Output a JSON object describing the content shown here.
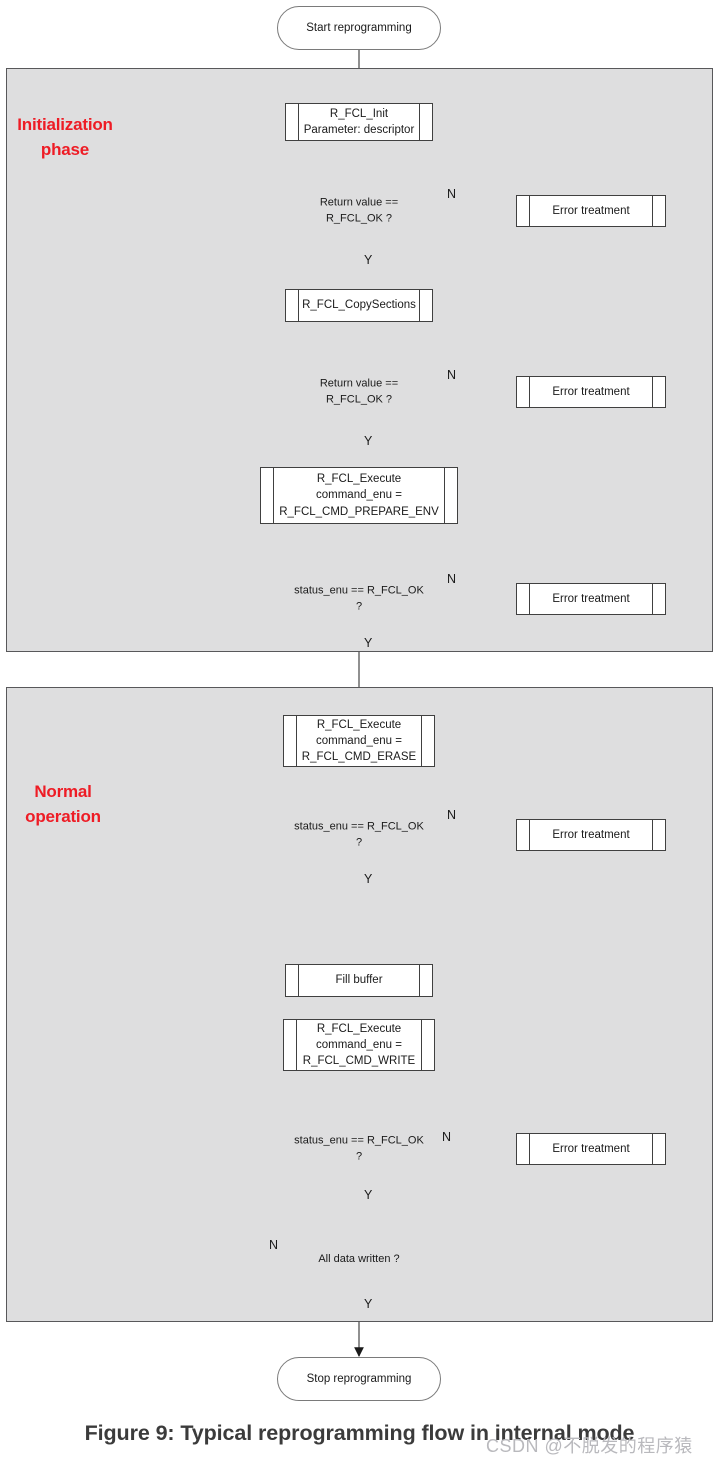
{
  "figure": {
    "caption": "Figure 9: Typical reprogramming flow in internal mode",
    "watermark": "CSDN @不脱发的程序猿"
  },
  "phases": {
    "initialization": {
      "label": "Initialization\nphase",
      "color": "#ee1c25"
    },
    "normal": {
      "label": "Normal\noperation",
      "color": "#ee1c25"
    }
  },
  "nodes": {
    "start": "Start reprogramming",
    "stop": "Stop reprogramming",
    "fcl_init": "R_FCL_Init\nParameter: descriptor",
    "copy_sections": "R_FCL_CopySections",
    "prepare_env": "R_FCL_Execute\ncommand_enu =\nR_FCL_CMD_PREPARE_ENV",
    "erase": "R_FCL_Execute\ncommand_enu =\nR_FCL_CMD_ERASE",
    "fill_buffer": "Fill buffer",
    "write": "R_FCL_Execute\ncommand_enu =\nR_FCL_CMD_WRITE",
    "error_1": "Error treatment",
    "error_2": "Error treatment",
    "error_3": "Error treatment",
    "error_4": "Error treatment",
    "error_5": "Error treatment"
  },
  "decisions": {
    "d1": "Return value ==\nR_FCL_OK ?",
    "d2": "Return value ==\nR_FCL_OK ?",
    "d3": "status_enu == R_FCL_OK\n?",
    "d4": "status_enu == R_FCL_OK\n?",
    "d5": "status_enu == R_FCL_OK\n?",
    "d6": "All data written ?"
  },
  "edge_labels": {
    "d1_no": "N",
    "d1_yes": "Y",
    "d2_no": "N",
    "d2_yes": "Y",
    "d3_no": "N",
    "d3_yes": "Y",
    "d4_no": "N",
    "d4_yes": "Y",
    "d5_no": "N",
    "d5_yes": "Y",
    "d6_no": "N",
    "d6_yes": "Y"
  },
  "colors": {
    "panel_fill": "#dededf",
    "panel_border": "#58585a",
    "node_border": "#404040",
    "node_fill": "#ffffff",
    "line": "#4d4d4d",
    "phase_text": "#ee1c25",
    "caption_text": "#3b3b3b"
  }
}
